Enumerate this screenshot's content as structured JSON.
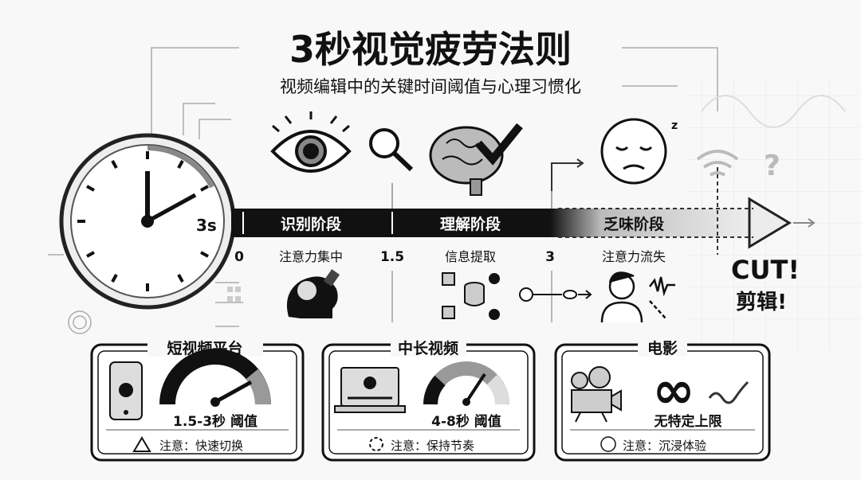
{
  "title": "3秒视觉疲劳法则",
  "subtitle": "视频编辑中的关键时间阈值与心理习惯化",
  "clock_label": "3s",
  "timeline": {
    "stages": [
      "识别阶段",
      "理解阶段",
      "乏味阶段"
    ],
    "ticks": [
      "0",
      "1.5",
      "3"
    ],
    "descriptions": [
      "注意力集中",
      "信息提取",
      "注意力流失"
    ]
  },
  "cut": {
    "line1": "CUT!",
    "line2": "剪辑!"
  },
  "cards": [
    {
      "title": "短视频平台",
      "threshold": "1.5-3秒 阈值",
      "note": "注意：快速切换"
    },
    {
      "title": "中长视频",
      "threshold": "4-8秒 阈值",
      "note": "注意：保持节奏"
    },
    {
      "title": "电影",
      "threshold": "无特定上限",
      "note": "注意：沉浸体验"
    }
  ],
  "sleep_z": "z",
  "question": "?"
}
